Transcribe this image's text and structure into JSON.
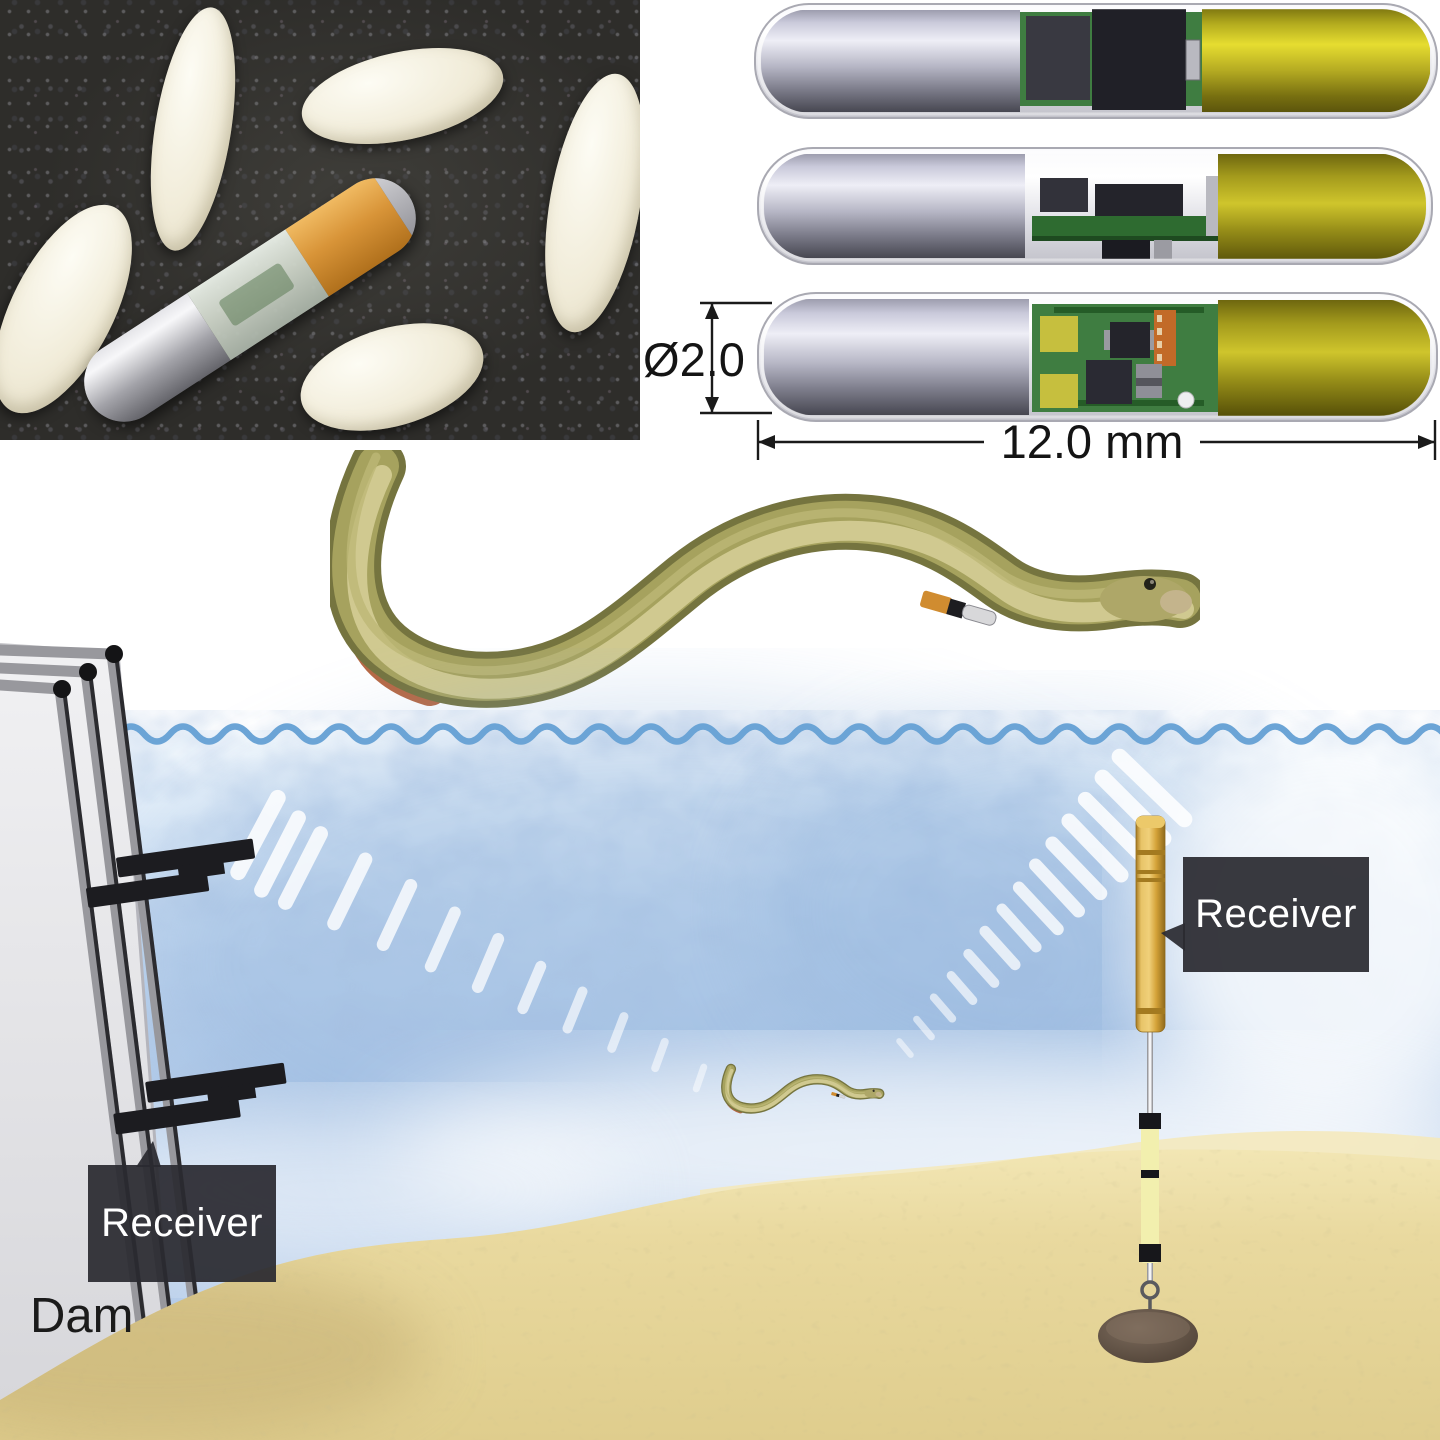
{
  "figure": {
    "cad": {
      "diameter_label": "Ø2.0",
      "length_label": "12.0 mm"
    },
    "diagram": {
      "dam_label": "Dam",
      "dam_receiver_label": "Receiver",
      "buoy_receiver_label": "Receiver"
    },
    "colors": {
      "water_blue": "#aec8e8",
      "surface_line_blue": "#6ba4d6",
      "sand_tan": "#e9d99f",
      "label_box_bg": "#2a2a30",
      "label_text": "#ffffff",
      "buoy_gold": "#d9a83c",
      "pcb_green": "#3f7d41",
      "battery_gold": "#cfc52c",
      "transducer_silver": "#b7b7c6",
      "tag_epoxy_orange": "#d89438"
    }
  }
}
